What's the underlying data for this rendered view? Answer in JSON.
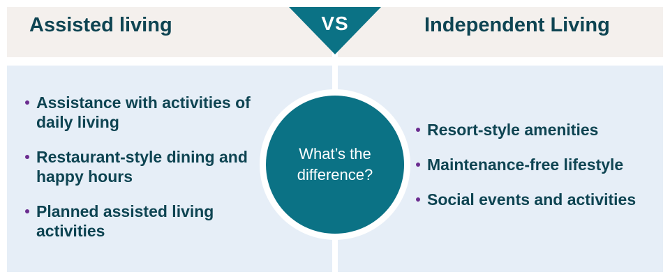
{
  "header": {
    "left_title": "Assisted living",
    "vs_label": "VS",
    "right_title": "Independent Living"
  },
  "left_column": {
    "items": [
      {
        "label": "Assistance with activities of daily living"
      },
      {
        "label": "Restaurant-style dining and happy hours"
      },
      {
        "label": "Planned assisted living activities"
      }
    ]
  },
  "center": {
    "text": "What’s the difference?"
  },
  "right_column": {
    "items": [
      {
        "label": "Resort-style amenities"
      },
      {
        "label": "Maintenance-free lifestyle"
      },
      {
        "label": "Social events and activities"
      }
    ]
  },
  "colors": {
    "header_bg": "#f4f0ed",
    "panel_bg": "#e6eef7",
    "accent_teal": "#0b7285",
    "text_dark_teal": "#0e4452",
    "bullet_purple": "#6b2c8f"
  }
}
